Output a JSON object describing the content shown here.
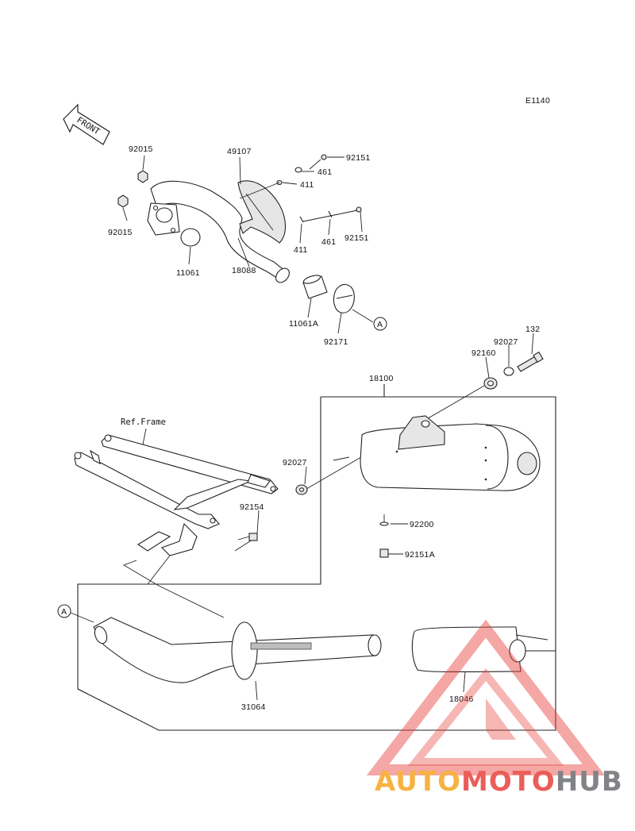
{
  "diagram_code": "E1140",
  "front_label": "FRONT",
  "ref_frame_label": "Ref.Frame",
  "callout_a": "A",
  "labels": {
    "p92015_top": "92015",
    "p92015_bottom": "92015",
    "p11061": "11061",
    "p18088": "18088",
    "p49107": "49107",
    "p92151_top": "92151",
    "p461_top": "461",
    "p411_top": "411",
    "p411_bottom": "411",
    "p461_bottom": "461",
    "p92151_bottom": "92151",
    "p11061A": "11061A",
    "p92171": "92171",
    "p132": "132",
    "p92027_top": "92027",
    "p92160": "92160",
    "p18100": "18100",
    "p92027_mid": "92027",
    "p92154": "92154",
    "p92200": "92200",
    "p92151A": "92151A",
    "p31064": "31064",
    "p18046": "18046"
  },
  "watermark": {
    "part1": "AUTO",
    "part2": "MOTO",
    "part3": "HUB",
    "color_orange": "#f5a623",
    "color_red": "#e8413c",
    "color_gray": "#6d6e71"
  }
}
